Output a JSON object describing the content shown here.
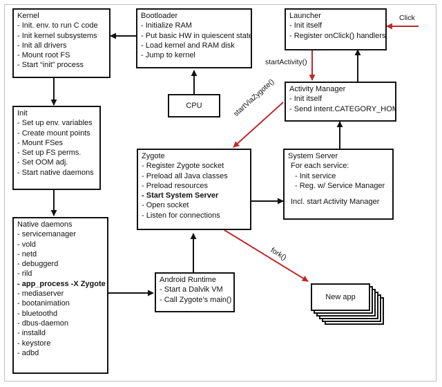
{
  "colors": {
    "line": "#111111",
    "accent": "#c0272d"
  },
  "kernel": {
    "title": "Kernel",
    "items": [
      "Init. env. to run C code",
      "Init kernel subsystems",
      "Init all drivers",
      "Mount root FS",
      "Start “init” process"
    ]
  },
  "bootloader": {
    "title": "Bootloader",
    "items": [
      "Initialize RAM",
      "Put basic HW in quiescent state",
      "Load kernel and RAM disk",
      "Jump to kernel"
    ]
  },
  "cpu": {
    "label": "CPU"
  },
  "launcher": {
    "title": "Launcher",
    "items": [
      "Init itself",
      "Register onClick() handlers"
    ]
  },
  "activity_manager": {
    "title": "Activity Manager",
    "items": [
      "Init itself",
      "Send intent.CATEGORY_HOME"
    ]
  },
  "init": {
    "title": "Init",
    "items": [
      "Set up env. variables",
      "Create mount points",
      "Mount FSes",
      "Set up FS perms.",
      "Set OOM adj.",
      "Start native daemons"
    ]
  },
  "zygote": {
    "title": "Zygote",
    "items": [
      "Register Zygote socket",
      "Preload all Java classes",
      "Preload resources",
      "Start System Server",
      "Open socket",
      "Listen for connections"
    ]
  },
  "system_server": {
    "title": "System Server",
    "subtitle": "For each service:",
    "items": [
      "Init service",
      "Reg. w/ Service Manager"
    ],
    "footer": "Incl. start Activity Manager"
  },
  "native_daemons": {
    "title": "Native daemons",
    "items": [
      "servicemanager",
      "vold",
      "netd",
      "debuggerd",
      "rild",
      "app_process -X Zygote",
      "mediaserver",
      "bootanimation",
      "bluetoothd",
      "dbus-daemon",
      "installd",
      "keystore",
      "adbd"
    ]
  },
  "android_runtime": {
    "title": "Android Runtime",
    "items": [
      "Start a Dalvik VM",
      "Call Zygote’s main()"
    ]
  },
  "new_app": {
    "label": "New app"
  },
  "edge_labels": {
    "click": "Click",
    "start_activity": "startActivity()",
    "start_via_zygote": "startViaZygote()",
    "fork": "fork()"
  }
}
